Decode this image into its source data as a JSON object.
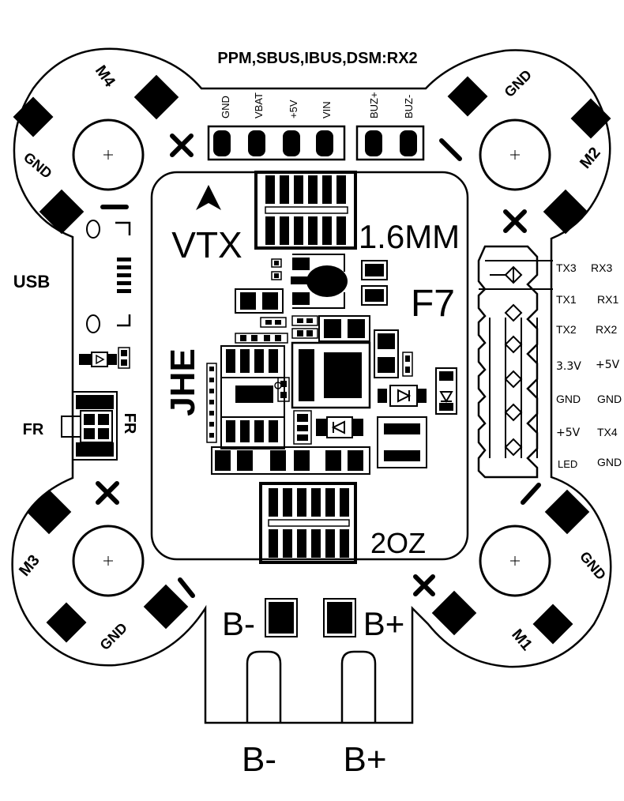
{
  "top_header": "PPM,SBUS,IBUS,DSM:RX2",
  "top_pins": [
    "GND",
    "VBAT",
    "+5V",
    "VIN",
    "BUZ+",
    "BUZ-"
  ],
  "motors": {
    "m1": "M1",
    "m2": "M2",
    "m3": "M3",
    "m4": "M4",
    "gnd": "GND"
  },
  "center": {
    "vtx": "VTX",
    "spacing": "1.6MM",
    "fc": "F7",
    "brand": "JHE",
    "copper": "2OZ"
  },
  "left": {
    "usb": "USB",
    "fr_left": "FR",
    "fr_right": "FR"
  },
  "right_pins": [
    {
      "a": "TX3",
      "b": "RX3"
    },
    {
      "a": "TX1",
      "b": "RX1"
    },
    {
      "a": "TX2",
      "b": "RX2"
    },
    {
      "a": "3.3V",
      "b": "+5V"
    },
    {
      "a": "GND",
      "b": "GND"
    },
    {
      "a": "+5V",
      "b": "TX4"
    },
    {
      "a": "LED",
      "b": "GND"
    }
  ],
  "battery": {
    "minus_pad": "B-",
    "plus_pad": "B+",
    "minus_wire": "B-",
    "plus_wire": "B+"
  }
}
